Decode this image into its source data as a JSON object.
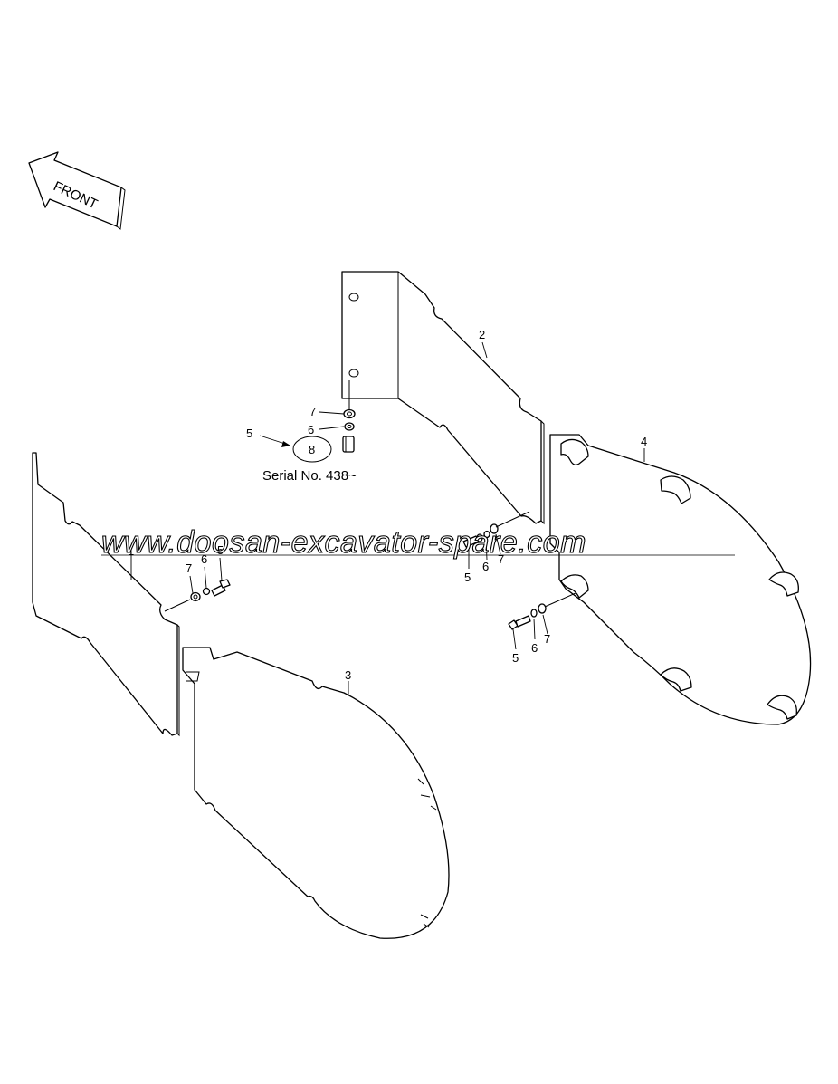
{
  "front_label": "FRONT",
  "serial_note": "Serial No. 438~",
  "watermark": "www.doosan-excavator-spare.com",
  "callouts": {
    "part_1": "1",
    "part_2": "2",
    "part_3": "3",
    "part_4": "4",
    "bolt_5": "5",
    "lockwasher_6": "6",
    "washer_7": "7",
    "alt_bolt_8": "8"
  }
}
